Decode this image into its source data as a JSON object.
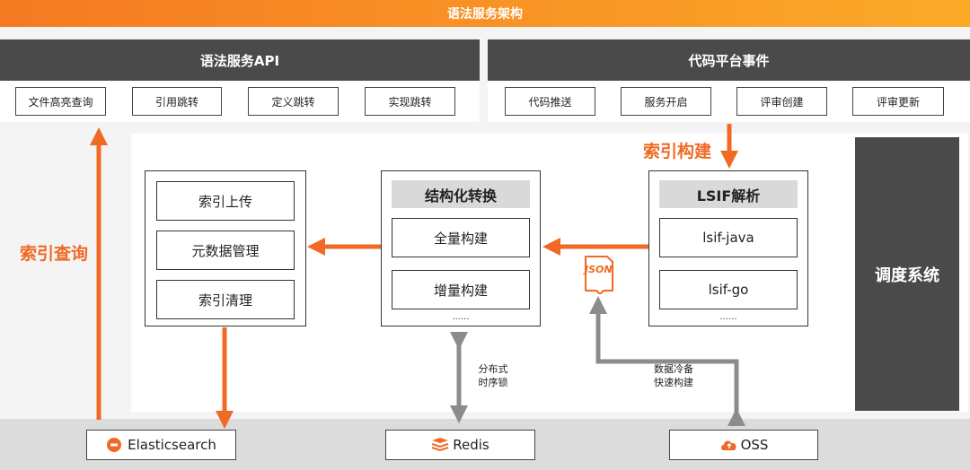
{
  "banner": {
    "title": "语法服务架构"
  },
  "api_panel": {
    "title": "语法服务API",
    "items": [
      "文件高亮查询",
      "引用跳转",
      "定义跳转",
      "实现跳转"
    ]
  },
  "event_panel": {
    "title": "代码平台事件",
    "items": [
      "代码推送",
      "服务开启",
      "评审创建",
      "评审更新"
    ]
  },
  "labels": {
    "index_build": "索引构建",
    "index_query": "索引查询",
    "distributed_lock": [
      "分布式",
      "时序锁"
    ],
    "hot_cold": [
      "数据冷备",
      "快速构建"
    ],
    "json": "JSON"
  },
  "index_group": {
    "items": [
      "索引上传",
      "元数据管理",
      "索引清理"
    ]
  },
  "struct_group": {
    "title": "结构化转换",
    "items": [
      "全量构建",
      "增量构建"
    ],
    "more": "......"
  },
  "lsif_group": {
    "title": "LSIF解析",
    "items": [
      "lsif-java",
      "lsif-go"
    ],
    "more": "......"
  },
  "scheduler": {
    "title": "调度系统"
  },
  "storage": {
    "elasticsearch": {
      "label": "Elasticsearch",
      "icon": "elasticsearch-icon"
    },
    "redis": {
      "label": "Redis",
      "icon": "redis-icon"
    },
    "oss": {
      "label": "OSS",
      "icon": "oss-cloud-icon"
    }
  },
  "colors": {
    "accent": "#f06a25",
    "dark": "#4a4a4a",
    "gray_arrow": "#8c8c8c"
  }
}
